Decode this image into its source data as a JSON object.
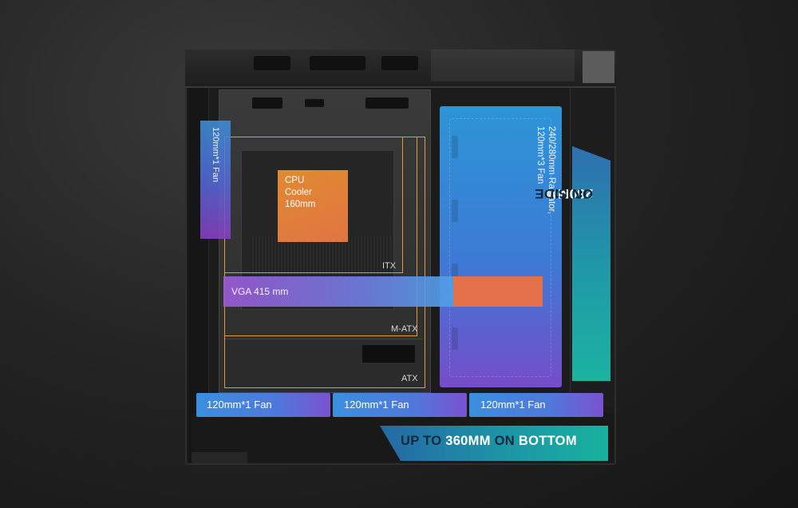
{
  "labels": {
    "side_fan": "120mm*1 Fan",
    "cpu_cooler": "CPU\nCooler\n160mm",
    "itx": "ITX",
    "matx": "M-ATX",
    "atx": "ATX",
    "vga": "VGA 415 mm",
    "radiator": "240/280mm Radiator,\n120mm*3 Fan",
    "bottom_fans": [
      "120mm*1 Fan",
      "120mm*1 Fan",
      "120mm*1 Fan"
    ]
  },
  "side_banner": {
    "part1": "UP TO ",
    "part2": "280MM",
    "part3": " ON SIDE"
  },
  "bottom_banner": {
    "part1": "UP TO ",
    "part2": "360MM",
    "part3": " ON ",
    "part4": "BOTTOM"
  },
  "colors": {
    "outline": "#e49a34",
    "cpu_box": "#e99030",
    "vga_highlight": "#e3724a",
    "accent_blue": "#3d8fd8",
    "accent_purple": "#8b3fc4",
    "banner_teal": "#1cb3a2",
    "banner_dark_text": "#0f2a3a"
  }
}
